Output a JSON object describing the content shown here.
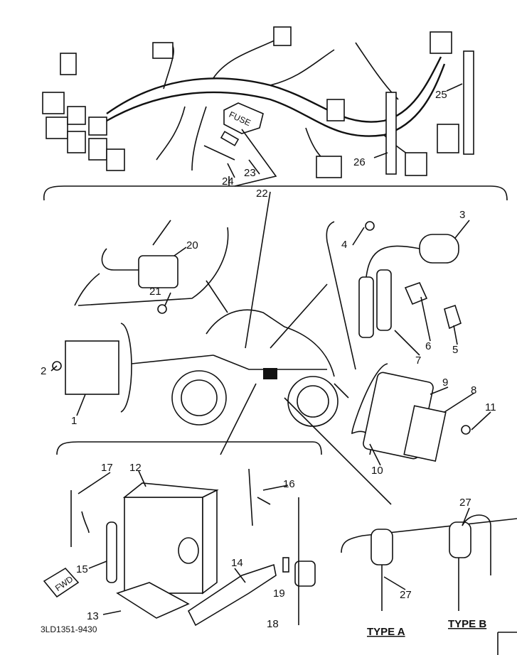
{
  "diagram": {
    "part_code": "3LD1351-9430",
    "fuse_text": "FUSE",
    "fwd_text": "FWD",
    "type_a": "TYPE A",
    "type_b": "TYPE B",
    "callouts": {
      "p1": "1",
      "p2": "2",
      "p3": "3",
      "p4": "4",
      "p5": "5",
      "p6": "6",
      "p7": "7",
      "p8": "8",
      "p9": "9",
      "p10": "10",
      "p11": "11",
      "p12": "12",
      "p13": "13",
      "p14": "14",
      "p15": "15",
      "p16": "16",
      "p17": "17",
      "p18": "18",
      "p19": "19",
      "p20": "20",
      "p21": "21",
      "p22": "22",
      "p23": "23",
      "p24": "24",
      "p25": "25",
      "p26": "26",
      "p27a": "27",
      "p27b": "27"
    }
  }
}
